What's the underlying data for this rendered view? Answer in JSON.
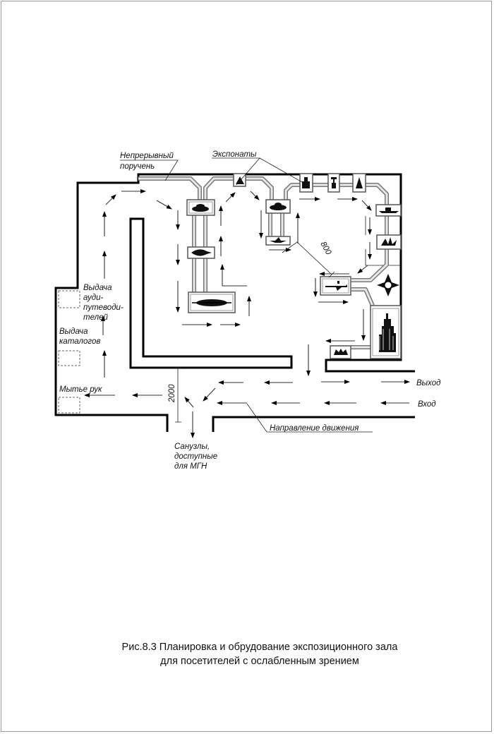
{
  "labels": {
    "handrail_1": "Непрерывный",
    "handrail_2": "поручень",
    "exhibits": "Экспонаты",
    "audio_1": "Выдача",
    "audio_2": "ауди-",
    "audio_3": "путеводи-",
    "audio_4": "телей",
    "catalog_1": "Выдача",
    "catalog_2": "каталогов",
    "handwash": "Мытье рук",
    "exit": "Выход",
    "entrance": "Вход",
    "direction": "Направление движения",
    "toilets_1": "Санузлы,",
    "toilets_2": "доступные",
    "toilets_3": "для МГН",
    "dim_2000": "2000",
    "dim_800": "800"
  },
  "caption": {
    "line1": "Рис.8.3 Планировка и обрудование экспозиционного зала",
    "line2": "для посетителей с ослабленным зрением"
  }
}
